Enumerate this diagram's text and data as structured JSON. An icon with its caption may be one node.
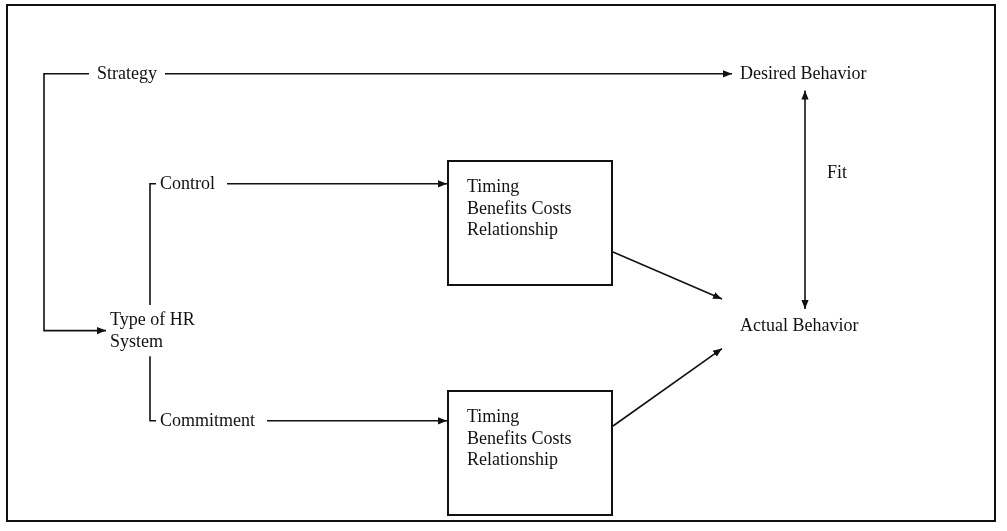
{
  "diagram": {
    "nodes": [
      {
        "text": [
          "Strategy"
        ]
      },
      {
        "text": [
          "Desired Behavior"
        ]
      },
      {
        "text": [
          "Type of HR System"
        ]
      },
      {
        "text": [
          "Control"
        ]
      },
      {
        "text": [
          "Commitment"
        ]
      },
      {
        "text": [
          "Timing Benefits Costs Relationship"
        ]
      },
      {
        "text": [
          "Timing Benefits Costs Relationship"
        ]
      },
      {
        "text": [
          "Actual Behavior"
        ]
      }
    ],
    "edges": [
      {
        "from": 0,
        "to": 2,
        "arrow": "to"
      },
      {
        "from": 0,
        "to": 1,
        "arrow": "to"
      },
      {
        "from": 2,
        "to": 3,
        "arrow": "none"
      },
      {
        "from": 2,
        "to": 4,
        "arrow": "none"
      },
      {
        "from": 3,
        "to": 5,
        "arrow": "to"
      },
      {
        "from": 4,
        "to": 6,
        "arrow": "to"
      },
      {
        "from": 5,
        "to": 7,
        "arrow": "to"
      },
      {
        "from": 6,
        "to": 7,
        "arrow": "to"
      },
      {
        "from": 1,
        "to": 7,
        "arrow": "both",
        "label": "Fit"
      }
    ]
  }
}
